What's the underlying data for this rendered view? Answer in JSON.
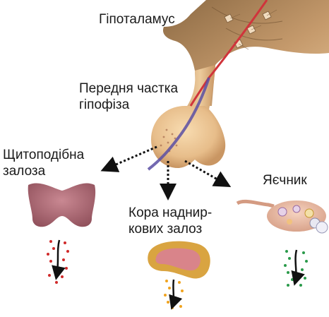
{
  "labels": {
    "hypothalamus": "Гіпоталамус",
    "anterior_pituitary": [
      "Передня частка",
      "гіпофіза"
    ],
    "thyroid": [
      "Щитоподібна",
      "залоза"
    ],
    "adrenal_cortex": [
      "Кора наднир-",
      "кових залоз"
    ],
    "ovary": "Яєчник"
  },
  "colors": {
    "brain_tissue": "#b98e62",
    "pituitary": "#e9c18f",
    "thyroid": "#b06b75",
    "adrenal_outer": "#d9a441",
    "adrenal_inner": "#d9848a",
    "ovary": "#e8b8a0",
    "neuron_red": "#d0343b",
    "portal_blue": "#5a4fa3",
    "hormone_thyroid_dots": "#d02a2a",
    "hormone_adrenal_dots": "#f0a31f",
    "hormone_ovary_dots": "#2a9a4a"
  },
  "icons": {
    "trophic_arrow": "dotted-arrow-icon",
    "hormone_arrow": "curved-arrow-icon"
  }
}
